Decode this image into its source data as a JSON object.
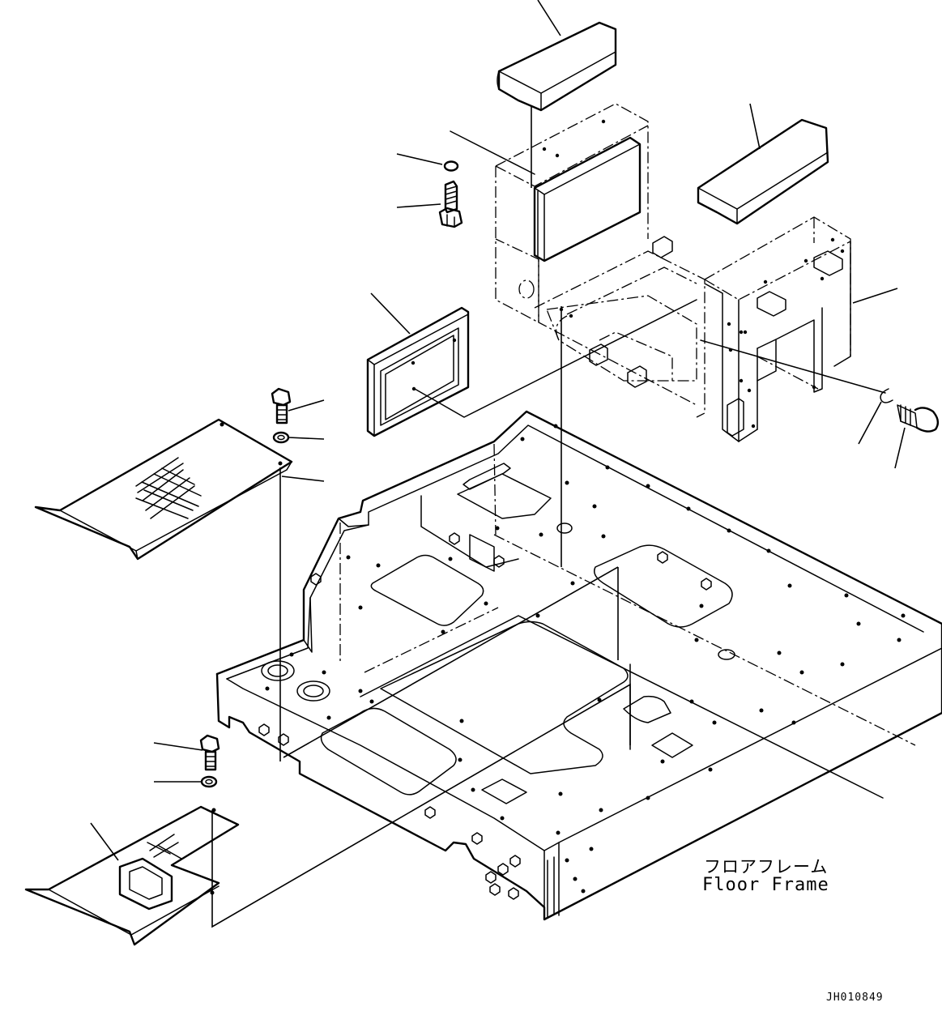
{
  "labels": {
    "frame_jp": "フロアフレーム",
    "frame_en": "Floor Frame"
  },
  "drawing_number": "JH010849"
}
